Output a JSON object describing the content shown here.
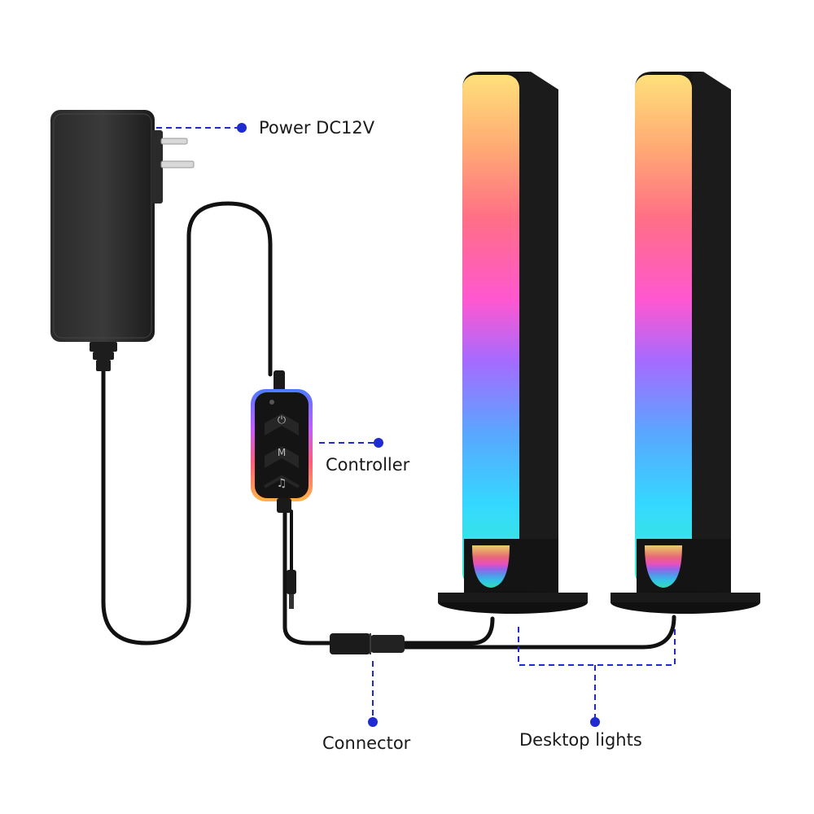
{
  "labels": {
    "power": "Power DC12V",
    "controller": "Controller",
    "connector": "Connector",
    "desktop_lights": "Desktop lights"
  },
  "controller_buttons": {
    "power": "⏻",
    "mode": "M",
    "music": "♫"
  },
  "colors": {
    "callout": "#1f2ad1",
    "device_body": "#1e1e1e",
    "cable": "#111111",
    "light_gradient": [
      "#ffe07a",
      "#ff7a8a",
      "#ff5cc8",
      "#b06bff",
      "#5aa8ff",
      "#37d6ff",
      "#3ff0c8"
    ]
  }
}
